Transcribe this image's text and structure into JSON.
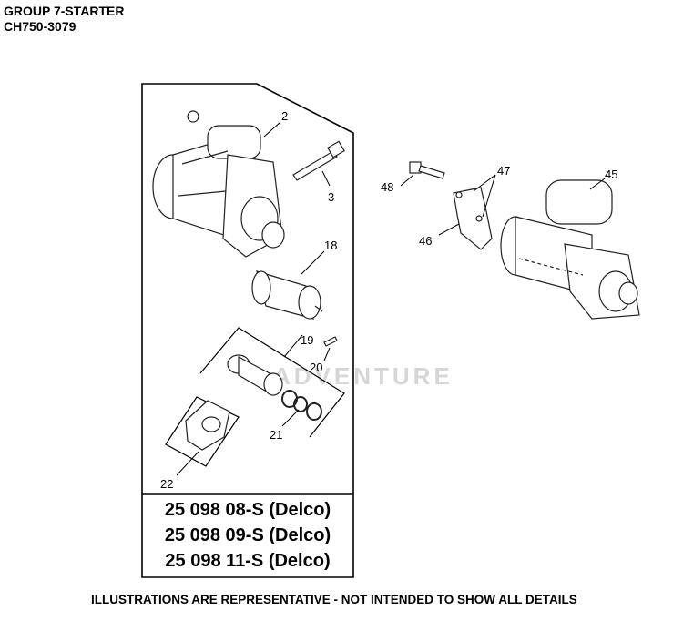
{
  "header": {
    "group": "GROUP 7-STARTER",
    "model": "CH750-3079"
  },
  "callouts": {
    "c2": "2",
    "c3": "3",
    "c18": "18",
    "c19": "19",
    "c20": "20",
    "c21": "21",
    "c22": "22",
    "c45": "45",
    "c46": "46",
    "c47": "47",
    "c48": "48"
  },
  "part_numbers": [
    "25 098 08-S (Delco)",
    "25 098 09-S (Delco)",
    "25 098 11-S (Delco)"
  ],
  "footer": "ILLUSTRATIONS ARE REPRESENTATIVE - NOT INTENDED TO SHOW ALL DETAILS",
  "watermark": "ADVENTURE"
}
